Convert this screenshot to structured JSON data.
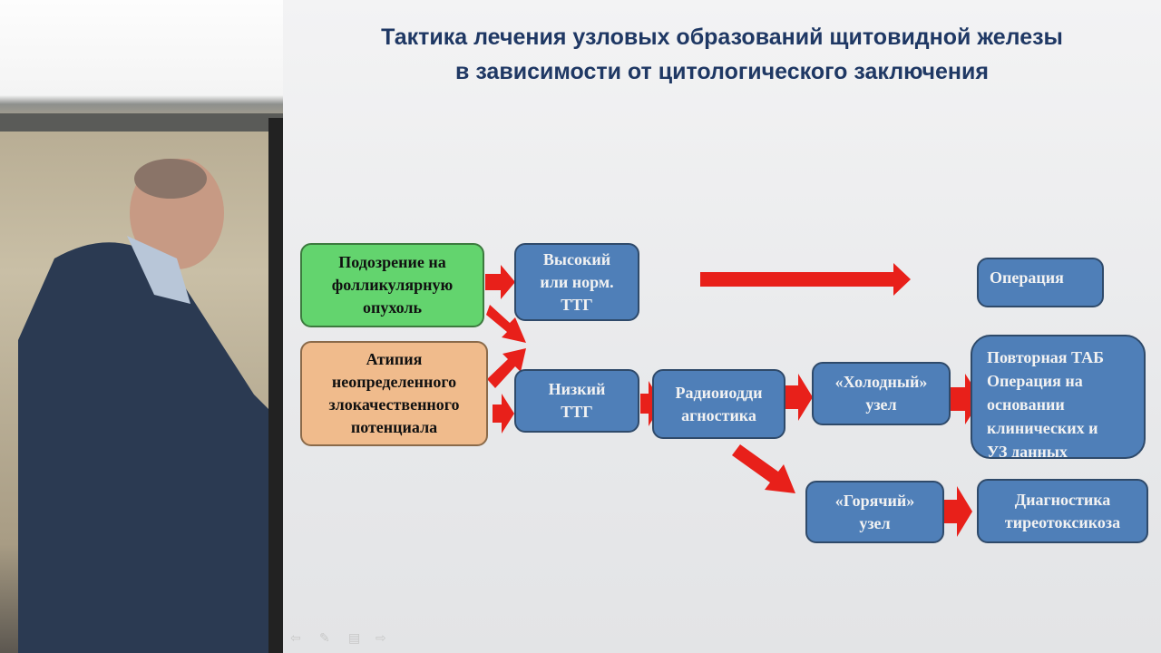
{
  "slide": {
    "title_line1": "Тактика лечения узловых образований щитовидной железы",
    "title_line2": "в зависимости от цитологического заключения",
    "boxes": {
      "follicular": "Подозрение на\nфолликулярную\nопухоль",
      "atypia": "Атипия\nнеопределенного\nзлокачественного\nпотенциала",
      "high_tsh": "Высокий\nили норм.\nТТГ",
      "low_tsh": "Низкий\nТТГ",
      "radio": "Радиоиодди\nагностика",
      "cold": "«Холодный»\nузел",
      "hot": "«Горячий»\nузел",
      "operation": "Операция",
      "repeat": "Повторная ТАБ\nОперация на\nосновании\nклинических и\nУЗ данных",
      "thyro": "Диагностика\nтиреотоксикоза"
    },
    "colors": {
      "arrow": "#e8201a",
      "blue": "#4f7fb8",
      "green": "#63d46e",
      "orange": "#f0bb8c",
      "title": "#1f3864"
    }
  }
}
